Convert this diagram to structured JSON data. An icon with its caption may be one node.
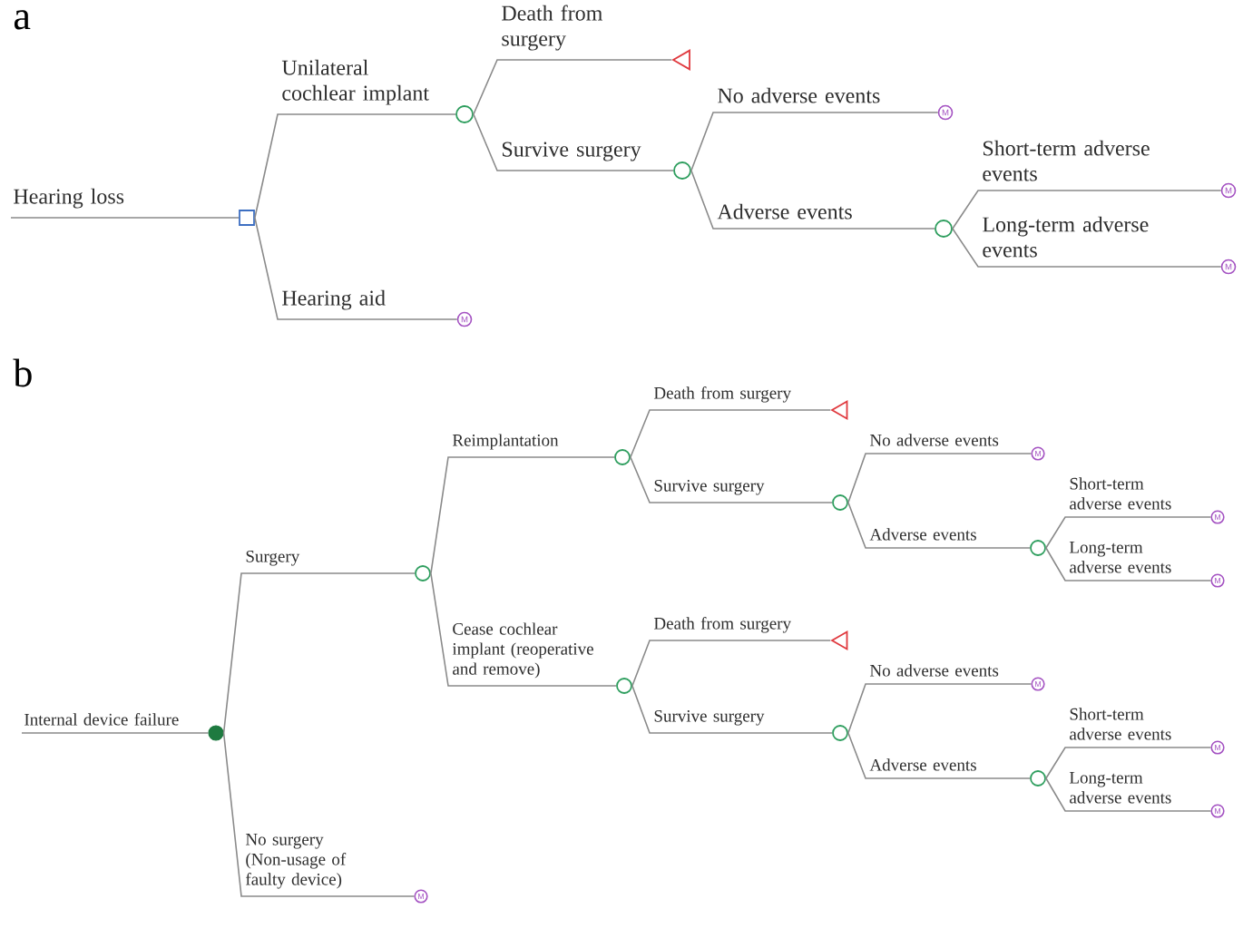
{
  "diagram": {
    "nodes": [
      {
        "text": [],
        "shape": "box"
      },
      {
        "text": [],
        "shape": "circle"
      },
      {
        "text": [
          "M"
        ]
      },
      {
        "text": [],
        "shape": "triangle"
      },
      {
        "text": [],
        "shape": "circle"
      },
      {
        "text": [
          "M"
        ]
      },
      {
        "text": [],
        "shape": "circle"
      },
      {
        "text": [
          "M"
        ]
      },
      {
        "text": [
          "M"
        ]
      },
      {
        "text": [],
        "shape": "dot"
      },
      {
        "text": [],
        "shape": "circle"
      },
      {
        "text": [
          "M"
        ]
      },
      {
        "text": [],
        "shape": "circle"
      },
      {
        "text": [],
        "shape": "circle"
      },
      {
        "text": [],
        "shape": "triangle"
      },
      {
        "text": [],
        "shape": "circle"
      },
      {
        "text": [
          "M"
        ]
      },
      {
        "text": [],
        "shape": "circle"
      },
      {
        "text": [
          "M"
        ]
      },
      {
        "text": [
          "M"
        ]
      },
      {
        "text": [],
        "shape": "triangle"
      },
      {
        "text": [],
        "shape": "circle"
      },
      {
        "text": [
          "M"
        ]
      },
      {
        "text": [],
        "shape": "circle"
      },
      {
        "text": [
          "M"
        ]
      },
      {
        "text": [
          "M"
        ]
      }
    ],
    "edges": [
      {
        "from": null,
        "to": 0,
        "arrow": "none",
        "label": "Hearing loss"
      },
      {
        "from": 0,
        "to": 1,
        "arrow": "none",
        "label": "Unilateral cochlear implant"
      },
      {
        "from": 0,
        "to": 2,
        "arrow": "none",
        "label": "Hearing aid"
      },
      {
        "from": 1,
        "to": 3,
        "arrow": "none",
        "label": "Death from surgery"
      },
      {
        "from": 1,
        "to": 4,
        "arrow": "none",
        "label": "Survive surgery"
      },
      {
        "from": 4,
        "to": 5,
        "arrow": "none",
        "label": "No adverse events"
      },
      {
        "from": 4,
        "to": 6,
        "arrow": "none",
        "label": "Adverse events"
      },
      {
        "from": 6,
        "to": 7,
        "arrow": "none",
        "label": "Short-term adverse events"
      },
      {
        "from": 6,
        "to": 8,
        "arrow": "none",
        "label": "Long-term adverse events"
      },
      {
        "from": null,
        "to": 9,
        "arrow": "none",
        "label": "Internal device failure"
      },
      {
        "from": 9,
        "to": 10,
        "arrow": "none",
        "label": "Surgery"
      },
      {
        "from": 9,
        "to": 11,
        "arrow": "none",
        "label": "No surgery (Non-usage of faulty device)"
      },
      {
        "from": 10,
        "to": 12,
        "arrow": "none",
        "label": "Reimplantation"
      },
      {
        "from": 10,
        "to": 13,
        "arrow": "none",
        "label": "Cease cochlear implant (reoperative and remove)"
      },
      {
        "from": 12,
        "to": 14,
        "arrow": "none",
        "label": "Death from surgery"
      },
      {
        "from": 12,
        "to": 15,
        "arrow": "none",
        "label": "Survive surgery"
      },
      {
        "from": 15,
        "to": 16,
        "arrow": "none",
        "label": "No adverse events"
      },
      {
        "from": 15,
        "to": 17,
        "arrow": "none",
        "label": "Adverse events"
      },
      {
        "from": 17,
        "to": 18,
        "arrow": "none",
        "label": "Short-term adverse events"
      },
      {
        "from": 17,
        "to": 19,
        "arrow": "none",
        "label": "Long-term adverse events"
      },
      {
        "from": 13,
        "to": 20,
        "arrow": "none",
        "label": "Death from surgery"
      },
      {
        "from": 13,
        "to": 21,
        "arrow": "none",
        "label": "Survive surgery"
      },
      {
        "from": 21,
        "to": 22,
        "arrow": "none",
        "label": "No adverse events"
      },
      {
        "from": 21,
        "to": 23,
        "arrow": "none",
        "label": "Adverse events"
      },
      {
        "from": 23,
        "to": 24,
        "arrow": "none",
        "label": "Short-term adverse events"
      },
      {
        "from": 23,
        "to": 25,
        "arrow": "none",
        "label": "Long-term adverse events"
      }
    ],
    "labels": [
      "a",
      "b"
    ]
  }
}
